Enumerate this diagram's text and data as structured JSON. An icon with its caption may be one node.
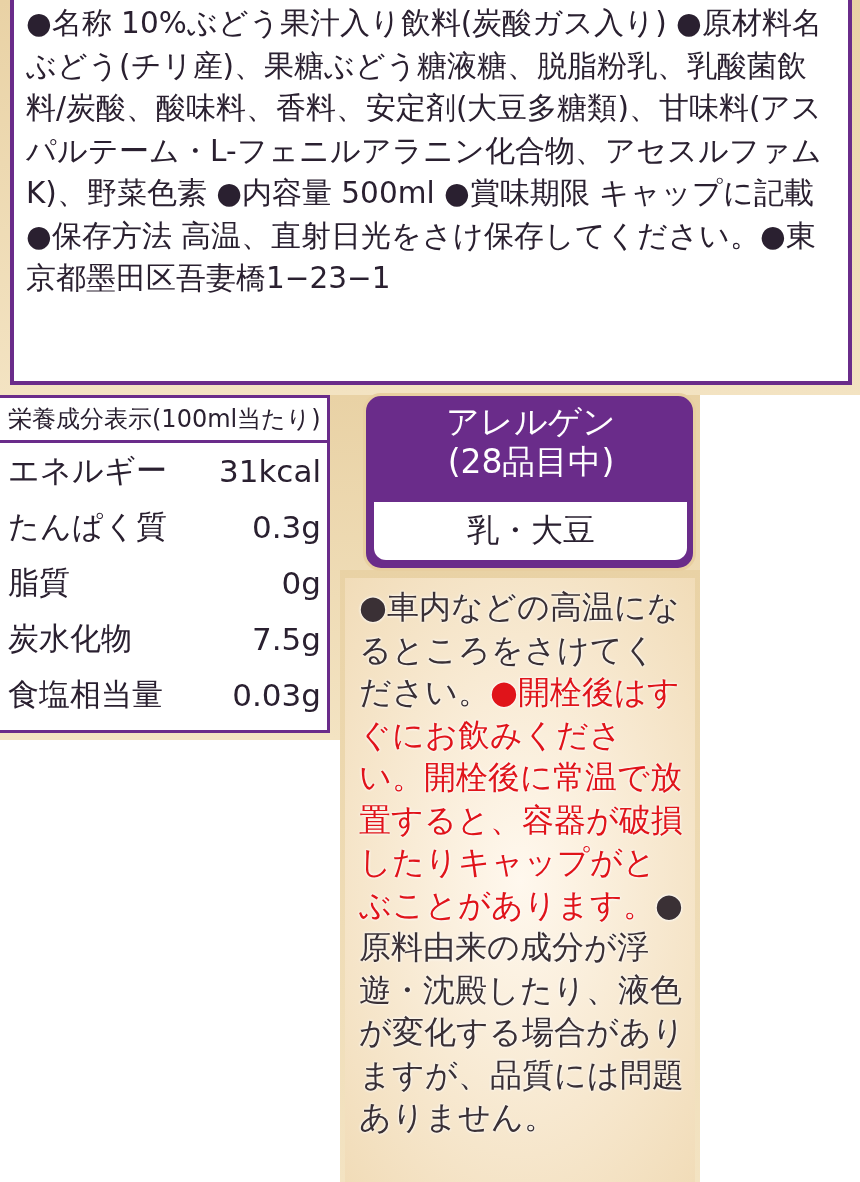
{
  "diagram": {
    "nodes": [
      {
        "text": [
          "●名称 10%ぶどう果汁入り飲料(炭酸ガス入り) ●原材料名ぶどう(チリ産)、果糖ぶどう糖液糖、脱脂粉乳、乳酸菌飲料/炭酸、酸味料、香料、安定剤(大豆多糖類)、甘味料(アスパルテーム・L-フェニルアラニン化合物、アセスルファムK)、野菜色素 ●内容量 500ml ●賞味期限 キャップに記載 ●保存方法 高温、直射日光をさけ保存してください。●東京都墨田区吾妻橋1−23−1"
        ]
      },
      {
        "text": [
          "栄養成分表示(100ml当たり)",
          "エネルギー",
          "31kcal",
          "たんぱく質",
          "0.3g",
          "脂質",
          "0g",
          "炭水化物",
          "7.5g",
          "食塩相当量",
          "0.03g"
        ]
      },
      {
        "text": [
          "アレルゲン(28品目中)"
        ]
      },
      {
        "text": [
          "乳・大豆"
        ],
        "in": 2
      },
      {
        "text": [
          "●車内などの高温になるところをさけてください。",
          "●開栓後はすぐにお飲みください。開栓後に常温で放置すると、容器が破損したりキャップがとぶことがあります。",
          "●原料由来の成分が浮遊・沈殿したり、液色が変化する場合がありますが、品質には問題ありません。"
        ]
      }
    ]
  }
}
